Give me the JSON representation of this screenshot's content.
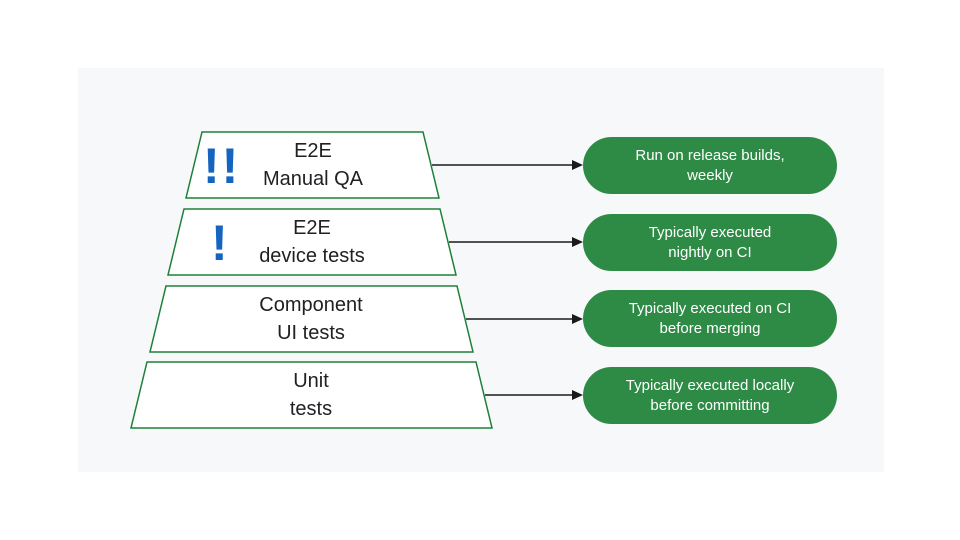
{
  "colors": {
    "panel_bg": "#f6f8f9",
    "trapezoid_border": "#1e8038",
    "trapezoid_fill": "#ffffff",
    "pill_bg": "#2e8b46",
    "pill_text": "#ffffff",
    "label_text": "#202124",
    "badge_blue": "#1565c0",
    "arrow": "#1a1a1a"
  },
  "levels": [
    {
      "label_line1": "E2E",
      "label_line2": "Manual QA",
      "badge": "!!",
      "note_line1": "Run on release builds,",
      "note_line2": "weekly"
    },
    {
      "label_line1": "E2E",
      "label_line2": "device tests",
      "badge": "!",
      "note_line1": "Typically executed",
      "note_line2": "nightly on CI"
    },
    {
      "label_line1": "Component",
      "label_line2": "UI tests",
      "note_line1": "Typically executed on CI",
      "note_line2": "before merging"
    },
    {
      "label_line1": "Unit",
      "label_line2": "tests",
      "note_line1": "Typically executed locally",
      "note_line2": "before committing"
    }
  ]
}
